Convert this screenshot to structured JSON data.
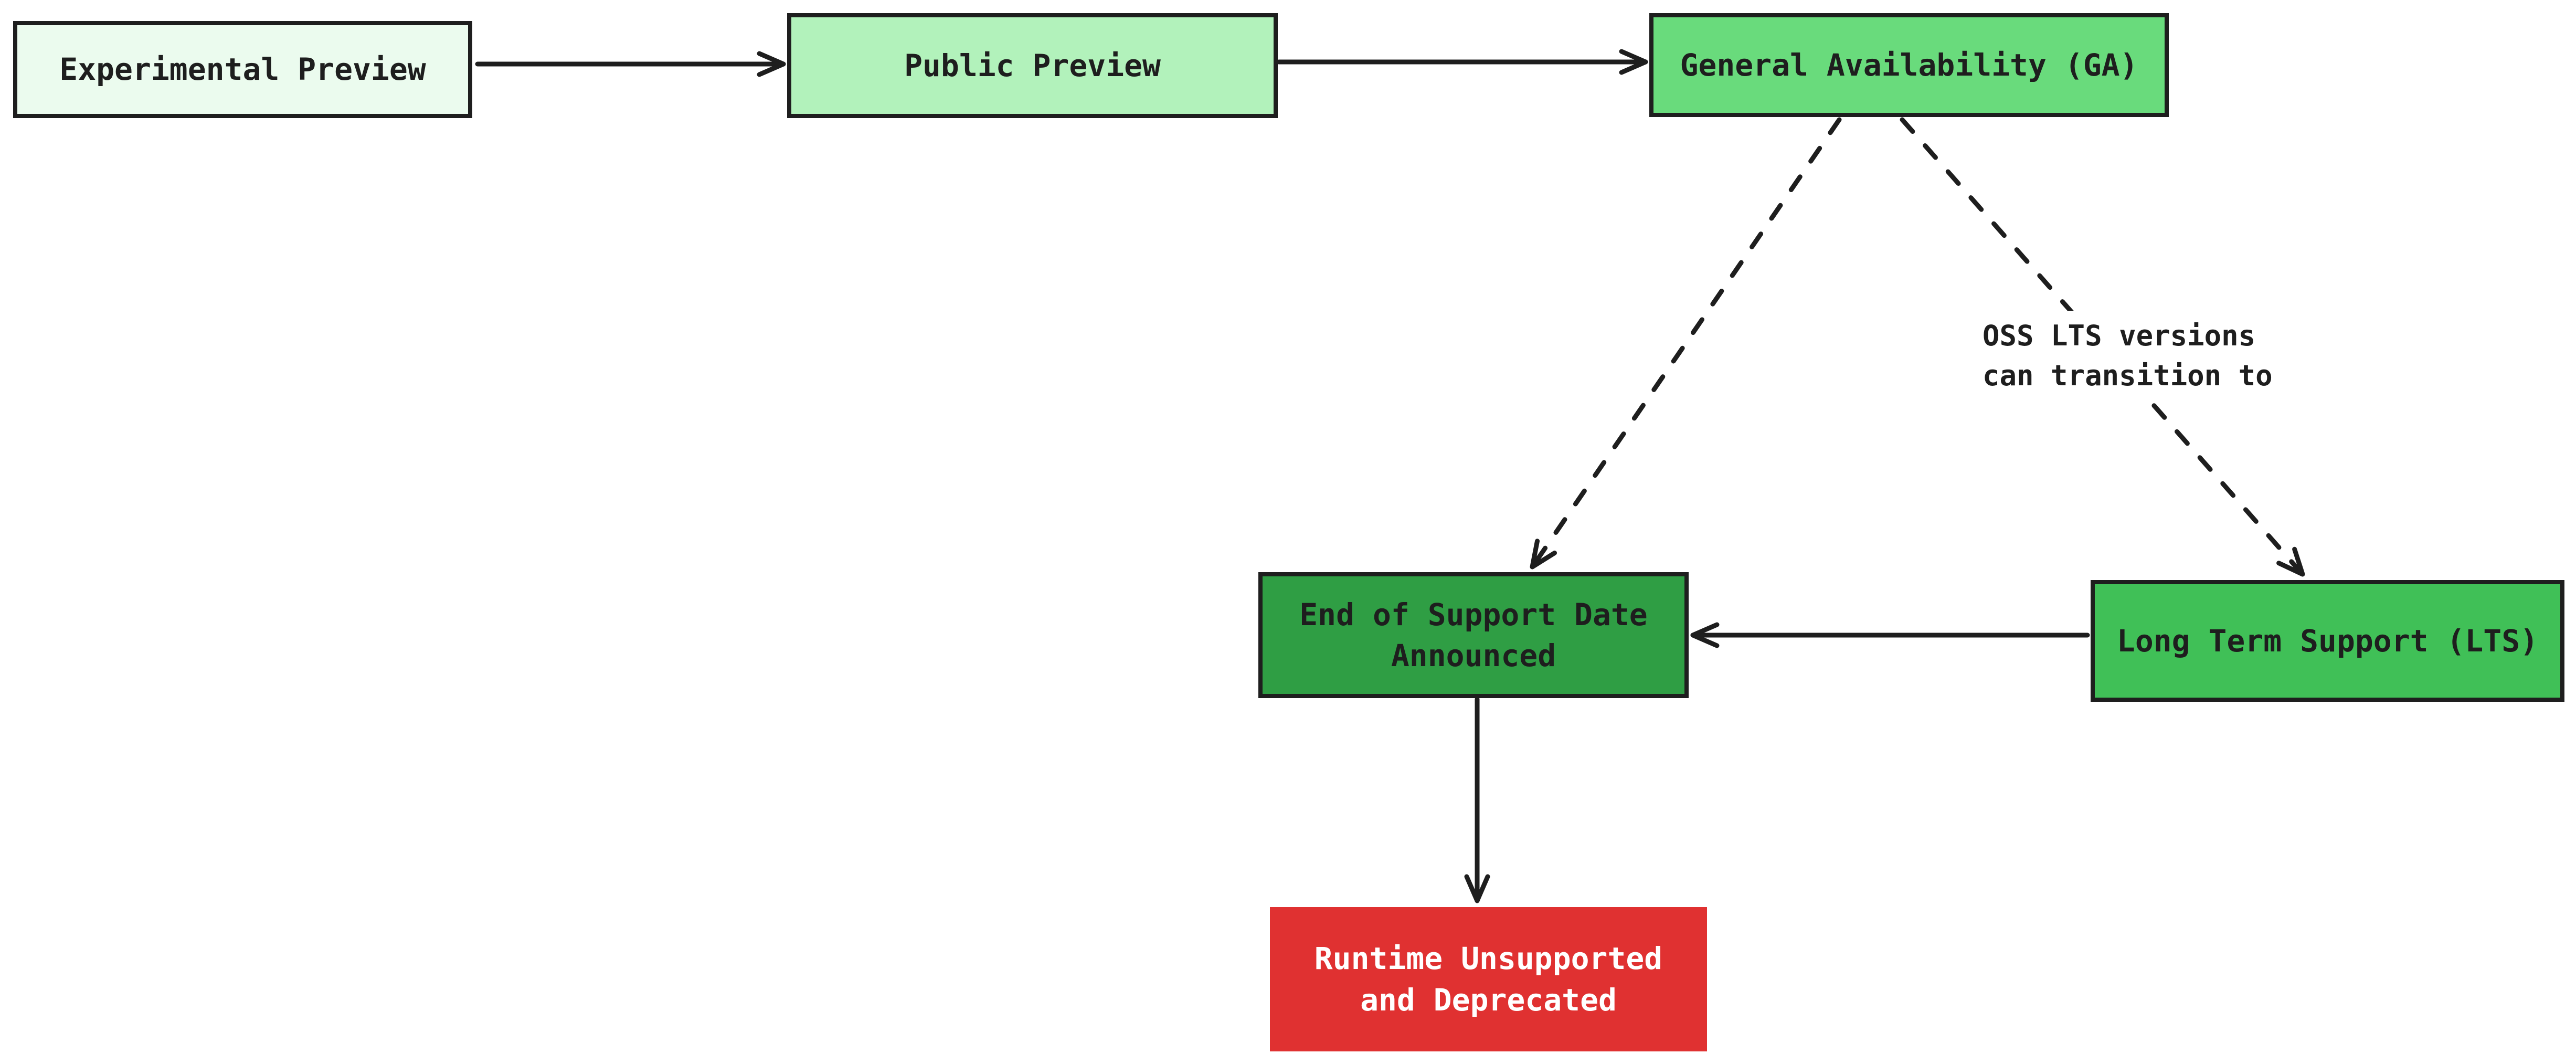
{
  "diagram": {
    "background": "#ffffff",
    "stroke_color": "#1e1e1e",
    "nodes": [
      {
        "id": "experimental",
        "label": "Experimental Preview",
        "fill": "#ebfbee",
        "text_color": "#1e1e1e",
        "border": true
      },
      {
        "id": "public",
        "label": "Public Preview",
        "fill": "#b2f2bb",
        "text_color": "#1e1e1e",
        "border": true
      },
      {
        "id": "ga",
        "label": "General Availability (GA)",
        "fill": "#69db7c",
        "text_color": "#1e1e1e",
        "border": true
      },
      {
        "id": "eos",
        "label": "End of Support Date\nAnnounced",
        "fill": "#2f9e44",
        "text_color": "#1e1e1e",
        "border": true
      },
      {
        "id": "lts",
        "label": "Long Term Support (LTS)",
        "fill": "#40c057",
        "text_color": "#1e1e1e",
        "border": true
      },
      {
        "id": "runtime",
        "label": "Runtime Unsupported\nand Deprecated",
        "fill": "#e03131",
        "text_color": "#ffffff",
        "border": false
      }
    ],
    "edges": [
      {
        "from": "experimental",
        "to": "public",
        "style": "solid",
        "label": ""
      },
      {
        "from": "public",
        "to": "ga",
        "style": "solid",
        "label": ""
      },
      {
        "from": "ga",
        "to": "eos",
        "style": "dashed",
        "label": ""
      },
      {
        "from": "ga",
        "to": "lts",
        "style": "dashed",
        "label": "OSS LTS versions\ncan transition to"
      },
      {
        "from": "lts",
        "to": "eos",
        "style": "solid",
        "label": ""
      },
      {
        "from": "eos",
        "to": "runtime",
        "style": "solid",
        "label": ""
      }
    ]
  }
}
